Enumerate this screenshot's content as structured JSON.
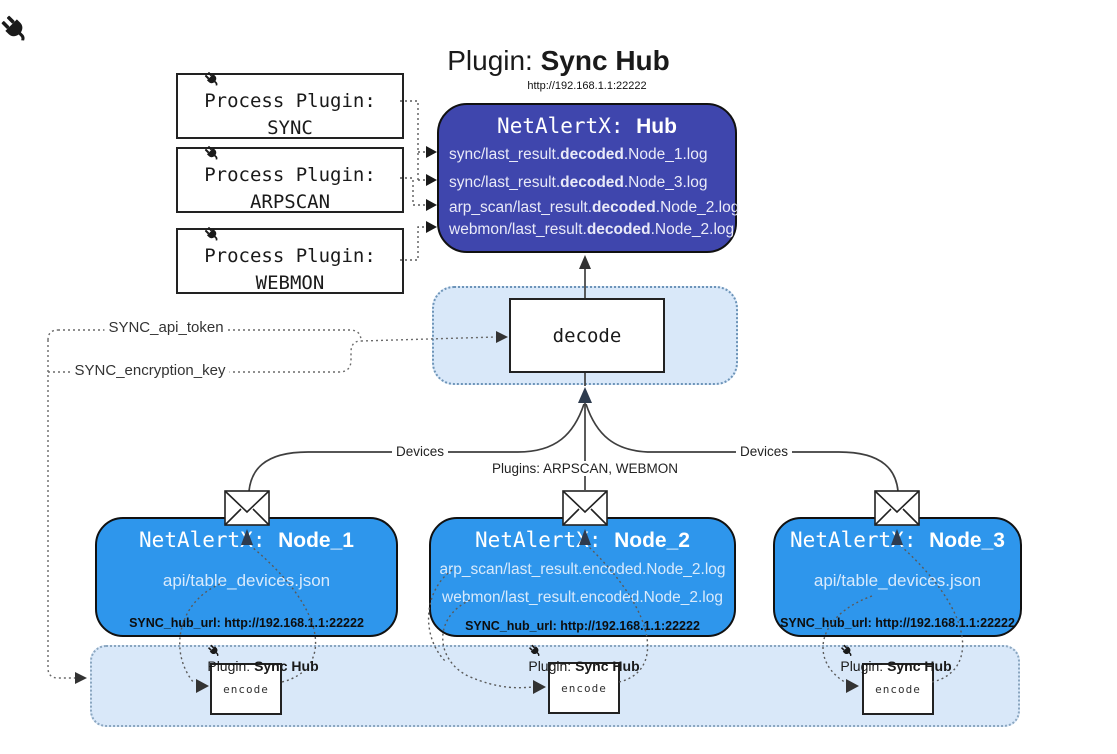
{
  "title": {
    "icon": "plug-icon",
    "prefix": "Plugin: ",
    "bold": "Sync Hub"
  },
  "hub": {
    "url": "http://192.168.1.1:22222",
    "title_prefix": "NetAlertX: ",
    "title_bold": "Hub",
    "logs": [
      {
        "pre": "sync/last_result.",
        "bold": "decoded",
        "post": ".Node_1.log"
      },
      {
        "pre": "sync/last_result.",
        "bold": "decoded",
        "post": ".Node_3.log"
      },
      {
        "pre": "arp_scan/last_result.",
        "bold": "decoded",
        "post": ".Node_2.log"
      },
      {
        "pre": "webmon/last_result.",
        "bold": "decoded",
        "post": ".Node_2.log"
      }
    ]
  },
  "process_plugins": [
    {
      "line1": "Process Plugin:",
      "name": "SYNC"
    },
    {
      "line1": "Process Plugin:",
      "name": "ARPSCAN"
    },
    {
      "line1": "Process Plugin:",
      "name": "WEBMON"
    }
  ],
  "decode_box": {
    "label": "decode"
  },
  "secrets": {
    "api_token": "SYNC_api_token",
    "encryption_key": "SYNC_encryption_key"
  },
  "edge_labels": {
    "devices_left": "Devices",
    "plugins_center": "Plugins: ARPSCAN, WEBMON",
    "devices_right": "Devices"
  },
  "nodes": [
    {
      "title_prefix": "NetAlertX: ",
      "title_bold": "Node_1",
      "files": [
        "api/table_devices.json"
      ],
      "hub_url": "SYNC_hub_url: http://192.168.1.1:22222"
    },
    {
      "title_prefix": "NetAlertX: ",
      "title_bold": "Node_2",
      "files": [
        "arp_scan/last_result.encoded.Node_2.log",
        "webmon/last_result.encoded.Node_2.log"
      ],
      "hub_url": "SYNC_hub_url: http://192.168.1.1:22222"
    },
    {
      "title_prefix": "NetAlertX: ",
      "title_bold": "Node_3",
      "files": [
        "api/table_devices.json"
      ],
      "hub_url": "SYNC_hub_url: http://192.168.1.1:22222"
    }
  ],
  "encoders": [
    {
      "label_prefix": "Plugin: ",
      "label_bold": "Sync Hub",
      "box_label": "encode"
    },
    {
      "label_prefix": "Plugin: ",
      "label_bold": "Sync Hub",
      "box_label": "encode"
    },
    {
      "label_prefix": "Plugin: ",
      "label_bold": "Sync Hub",
      "box_label": "encode"
    }
  ],
  "colors": {
    "hub-fill": "#3f46ad",
    "hub-text": "#e9eaf8",
    "node-fill": "#2e96ec",
    "node-text": "#d8eafc",
    "panel-fill": "#d9e8f9",
    "panel-border": "#6d94b8",
    "arrow-dark": "#2e3b4e"
  }
}
